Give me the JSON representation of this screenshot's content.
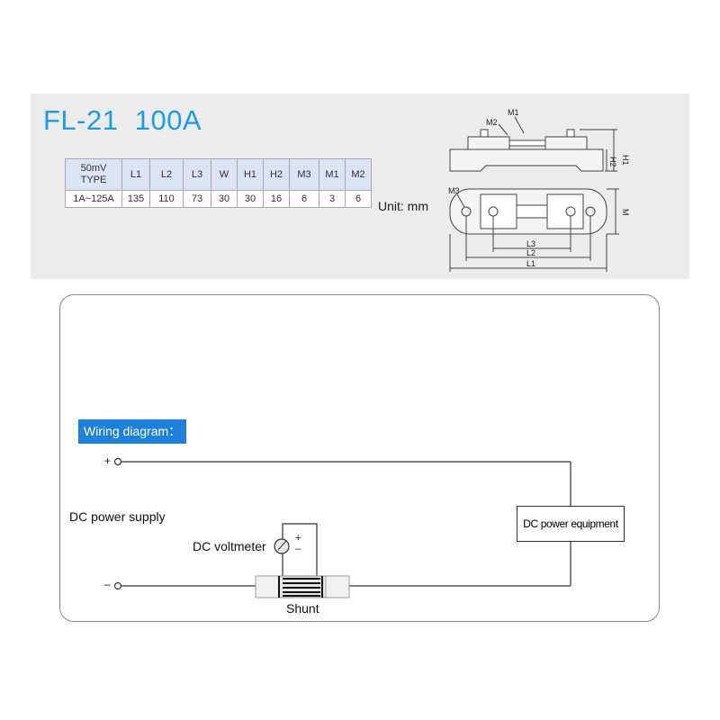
{
  "spec": {
    "title": "FL-21  100A",
    "table": {
      "type_header_top": "50mV",
      "type_header_bottom": "TYPE",
      "headers": [
        "L1",
        "L2",
        "L3",
        "W",
        "H1",
        "H2",
        "M3",
        "M1",
        "M2"
      ],
      "row": {
        "type": "1A~125A",
        "values": [
          "135",
          "110",
          "73",
          "30",
          "30",
          "16",
          "6",
          "3",
          "6"
        ]
      }
    },
    "unit": "Unit: mm",
    "drawing_labels": {
      "m1": "M1",
      "m2": "M2",
      "h1": "H1",
      "h2": "H2",
      "m3": "M3",
      "m": "M",
      "l1": "L1",
      "l2": "L2",
      "l3": "L3"
    }
  },
  "wiring": {
    "label": "Wiring diagram：",
    "plus": "+",
    "minus": "–",
    "power_supply": "DC power supply",
    "voltmeter": "DC voltmeter",
    "voltmeter_plus": "+",
    "voltmeter_minus": "–",
    "equipment": "DC power equipment",
    "shunt": "Shunt"
  },
  "colors": {
    "title": "#1e9be6",
    "label_bg": "#1f80dc",
    "panel_bg": "#ececec",
    "table_header": "#dbe4f5"
  }
}
